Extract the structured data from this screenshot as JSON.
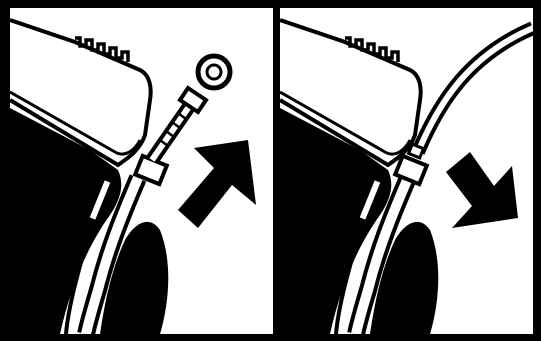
{
  "figure": {
    "panels": [
      {
        "id": "panel-left",
        "step": "pull-dipstick-out",
        "arrow": "arrow-up-icon"
      },
      {
        "id": "panel-right",
        "step": "insert-dipstick",
        "arrow": "arrow-down-icon"
      }
    ],
    "colors": {
      "ink": "#000000",
      "paper": "#ffffff"
    }
  }
}
